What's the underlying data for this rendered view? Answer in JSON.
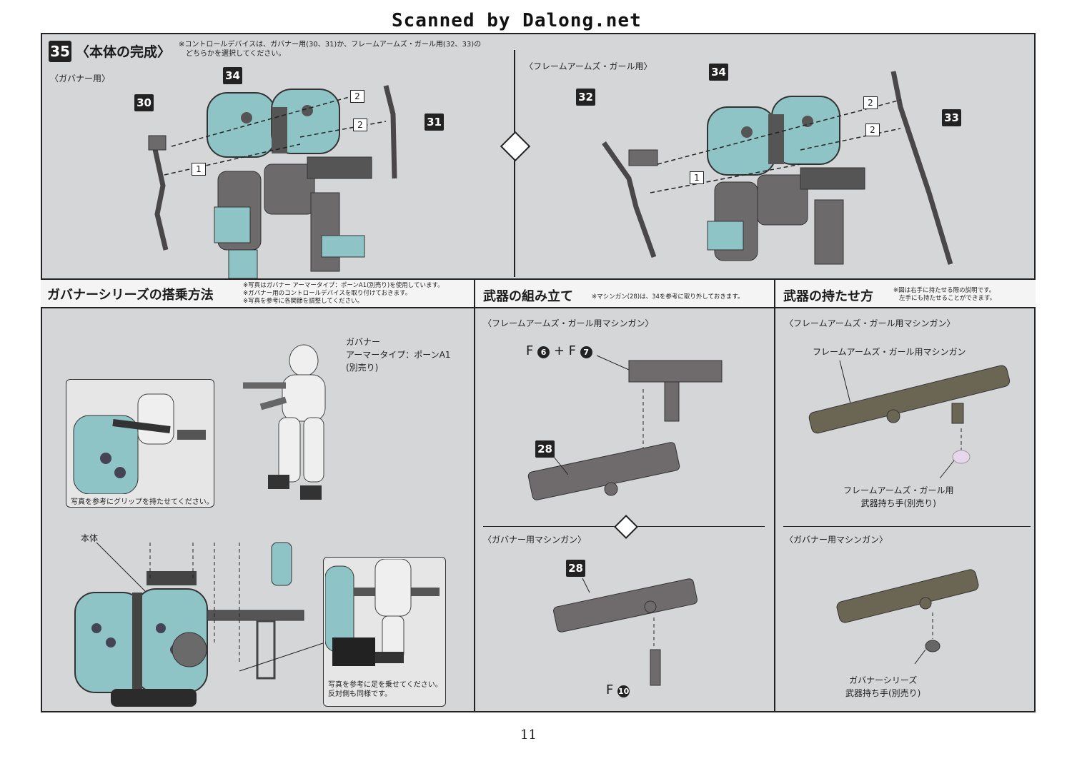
{
  "watermark": "Scanned by Dalong.net",
  "page_number": "11",
  "step35": {
    "number": "35",
    "title": "〈本体の完成〉",
    "note_line1": "※コントロールデバイスは、ガバナー用(30、31)か、フレームアームズ・ガール用(32、33)の",
    "note_line2": "どちらかを選択してください。",
    "left_label": "〈ガバナー用〉",
    "right_label": "〈フレームアームズ・ガール用〉",
    "parts_left": [
      "30",
      "34",
      "31"
    ],
    "parts_right": [
      "32",
      "34",
      "33"
    ],
    "seq": [
      "1",
      "2",
      "2"
    ]
  },
  "governor_section": {
    "title": "ガバナーシリーズの搭乗方法",
    "notes": [
      "※写真はガバナー アーマータイプ：ポーンA1(別売り)を使用しています。",
      "※ガバナー用のコントロールデバイスを取り付けておきます。",
      "※写真を参考に各関節を調整してください。"
    ],
    "figure_label_1": "ガバナー",
    "figure_label_2": "アーマータイプ：ポーンA1",
    "figure_label_3": "(別売り)",
    "photo1_caption": "写真を参考にグリップを持たせてください。",
    "body_label": "本体",
    "photo2_caption_1": "写真を参考に足を乗せてください。",
    "photo2_caption_2": "反対側も同様です。"
  },
  "weapon_assembly": {
    "title": "武器の組み立て",
    "note": "※マシンガン(28)は、34を参考に取り外しておきます。",
    "fag_label": "〈フレームアームズ・ガール用マシンガン〉",
    "fag_parts_1": "F",
    "fag_parts_num1": "6",
    "fag_parts_plus": "+ F",
    "fag_parts_num2": "7",
    "fag_part_28": "28",
    "gov_label": "〈ガバナー用マシンガン〉",
    "gov_part_28": "28",
    "gov_parts_f": "F",
    "gov_parts_num": "10"
  },
  "weapon_holding": {
    "title": "武器の持たせ方",
    "note_1": "※図は右手に持たせる際の説明です。",
    "note_2": "左手にも持たせることができます。",
    "fag_label": "〈フレームアームズ・ガール用マシンガン〉",
    "fag_gun_name": "フレームアームズ・ガール用マシンガン",
    "fag_hand_1": "フレームアームズ・ガール用",
    "fag_hand_2": "武器持ち手(別売り)",
    "gov_label": "〈ガバナー用マシンガン〉",
    "gov_hand_1": "ガバナーシリーズ",
    "gov_hand_2": "武器持ち手(別売り)"
  },
  "colors": {
    "sheet_bg": "#d4d6d8",
    "mecha_teal": "#8fc4c6",
    "part_dark": "#4a4748"
  }
}
